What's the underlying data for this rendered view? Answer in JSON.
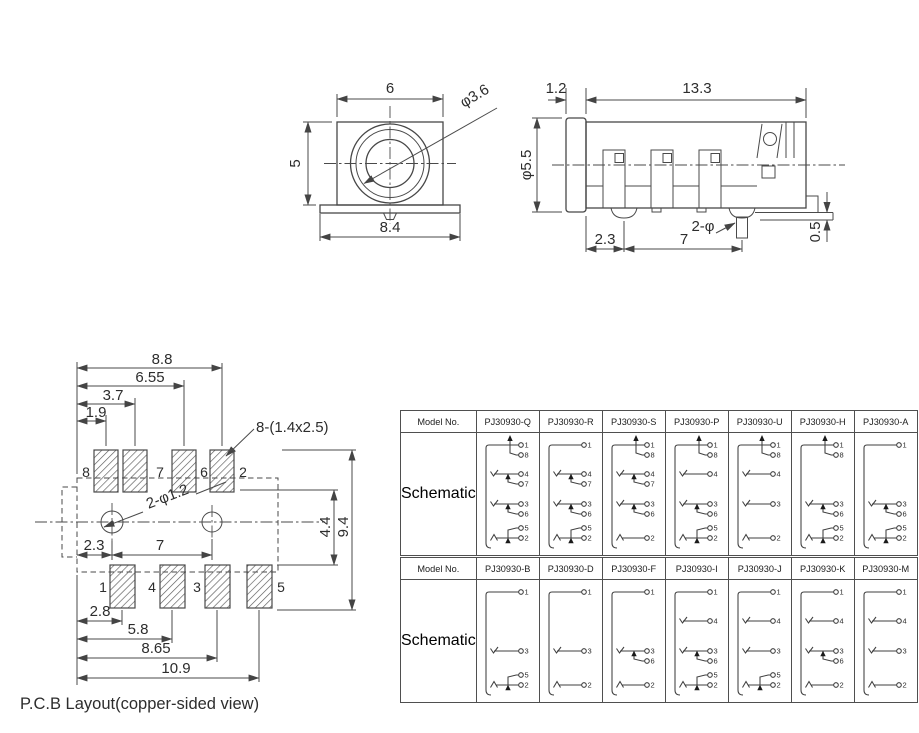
{
  "front_view": {
    "dim_top": "6",
    "dim_left": "5",
    "dim_bottom": "8.4",
    "dim_hole": "φ3.6"
  },
  "side_view": {
    "dim_flange": "1.2",
    "dim_length": "13.3",
    "dim_diameter": "φ5.5",
    "dim_pin_offset": "2.3",
    "dim_pin_pitch": "7",
    "dim_pin_callout": "2-φ",
    "dim_foot": "0.5"
  },
  "pcb_layout": {
    "caption": "P.C.B Layout(copper-sided view)",
    "pad_size_note": "8-(1.4x2.5)",
    "hole_note": "2-φ1.2",
    "dim_88": "8.8",
    "dim_655": "6.55",
    "dim_37": "3.7",
    "dim_19": "1.9",
    "dim_23": "2.3",
    "dim_7": "7",
    "dim_44": "4.4",
    "dim_94": "9.4",
    "dim_28": "2.8",
    "dim_58": "5.8",
    "dim_865": "8.65",
    "dim_109": "10.9",
    "top_pads": [
      "8",
      "7",
      "6",
      "2"
    ],
    "bottom_pads": [
      "1",
      "4",
      "3",
      "5"
    ]
  },
  "table": {
    "model_label": "Model No.",
    "schematic_label": "Schematic",
    "rows": [
      {
        "models": [
          {
            "name": "PJ30930-Q",
            "groups": [
              {
                "t": "1",
                "p": "8"
              },
              {
                "t": "4",
                "p": "7"
              },
              {
                "t": "3",
                "p": "6"
              },
              {
                "t": "2",
                "p": "5"
              }
            ]
          },
          {
            "name": "PJ30930-R",
            "groups": [
              {
                "t": "1"
              },
              {
                "t": "4",
                "p": "7"
              },
              {
                "t": "3",
                "p": "6"
              },
              {
                "t": "2",
                "p": "5"
              }
            ]
          },
          {
            "name": "PJ30930-S",
            "groups": [
              {
                "t": "1",
                "p": "8"
              },
              {
                "t": "4",
                "p": "7"
              },
              {
                "t": "3",
                "p": "6"
              },
              {
                "t": "2"
              }
            ]
          },
          {
            "name": "PJ30930-P",
            "groups": [
              {
                "t": "1",
                "p": "8"
              },
              {
                "t": "4"
              },
              {
                "t": "3",
                "p": "6"
              },
              {
                "t": "2",
                "p": "5"
              }
            ]
          },
          {
            "name": "PJ30930-U",
            "groups": [
              {
                "t": "1",
                "p": "8"
              },
              {
                "t": "4"
              },
              {
                "t": "3"
              },
              {
                "t": "2"
              }
            ]
          },
          {
            "name": "PJ30930-H",
            "groups": [
              {
                "t": "1",
                "p": "8"
              },
              {
                "t": "3",
                "p": "6"
              },
              {
                "t": "2",
                "p": "5"
              }
            ]
          },
          {
            "name": "PJ30930-A",
            "groups": [
              {
                "t": "1"
              },
              {
                "t": "3",
                "p": "6"
              },
              {
                "t": "2",
                "p": "5"
              }
            ]
          }
        ]
      },
      {
        "models": [
          {
            "name": "PJ30930-B",
            "groups": [
              {
                "t": "1"
              },
              {
                "t": "3"
              },
              {
                "t": "2",
                "p": "5"
              }
            ]
          },
          {
            "name": "PJ30930-D",
            "groups": [
              {
                "t": "1"
              },
              {
                "t": "3"
              },
              {
                "t": "2"
              }
            ]
          },
          {
            "name": "PJ30930-F",
            "groups": [
              {
                "t": "1"
              },
              {
                "t": "3",
                "p": "6"
              },
              {
                "t": "2"
              }
            ]
          },
          {
            "name": "PJ30930-I",
            "groups": [
              {
                "t": "1"
              },
              {
                "t": "4"
              },
              {
                "t": "3",
                "p": "6"
              },
              {
                "t": "2",
                "p": "5"
              }
            ]
          },
          {
            "name": "PJ30930-J",
            "groups": [
              {
                "t": "1"
              },
              {
                "t": "4"
              },
              {
                "t": "3"
              },
              {
                "t": "2",
                "p": "5"
              }
            ]
          },
          {
            "name": "PJ30930-K",
            "groups": [
              {
                "t": "1"
              },
              {
                "t": "4"
              },
              {
                "t": "3",
                "p": "6"
              },
              {
                "t": "2"
              }
            ]
          },
          {
            "name": "PJ30930-M",
            "groups": [
              {
                "t": "1"
              },
              {
                "t": "4"
              },
              {
                "t": "3"
              },
              {
                "t": "2"
              }
            ]
          }
        ]
      }
    ]
  }
}
